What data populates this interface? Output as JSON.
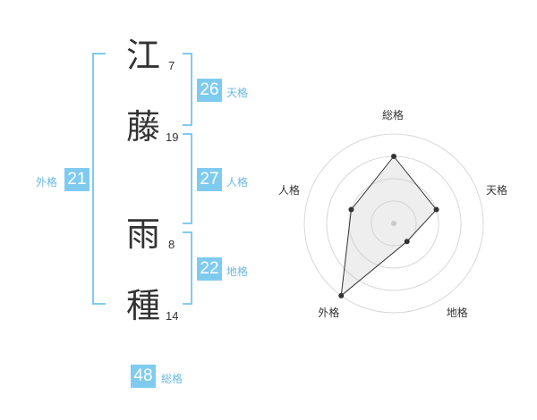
{
  "name": {
    "characters": [
      {
        "char": "江",
        "strokes": "7"
      },
      {
        "char": "藤",
        "strokes": "19"
      },
      {
        "char": "雨",
        "strokes": "8"
      },
      {
        "char": "種",
        "strokes": "14"
      }
    ]
  },
  "fortunes": {
    "tenkaku": {
      "value": "26",
      "label": "天格"
    },
    "jinkaku": {
      "value": "27",
      "label": "人格"
    },
    "chikaku": {
      "value": "22",
      "label": "地格"
    },
    "gaikaku": {
      "value": "21",
      "label": "外格"
    },
    "soukaku": {
      "value": "48",
      "label": "総格"
    }
  },
  "colors": {
    "accent": "#7fcbf0",
    "bracket": "#7fcbf0",
    "label": "#6ab8e6"
  },
  "chart_data": {
    "type": "radar",
    "axes": [
      "総格",
      "天格",
      "地格",
      "外格",
      "人格"
    ],
    "scale_max": 4,
    "rings": 4,
    "values": [
      3,
      2,
      1,
      4,
      2
    ]
  }
}
